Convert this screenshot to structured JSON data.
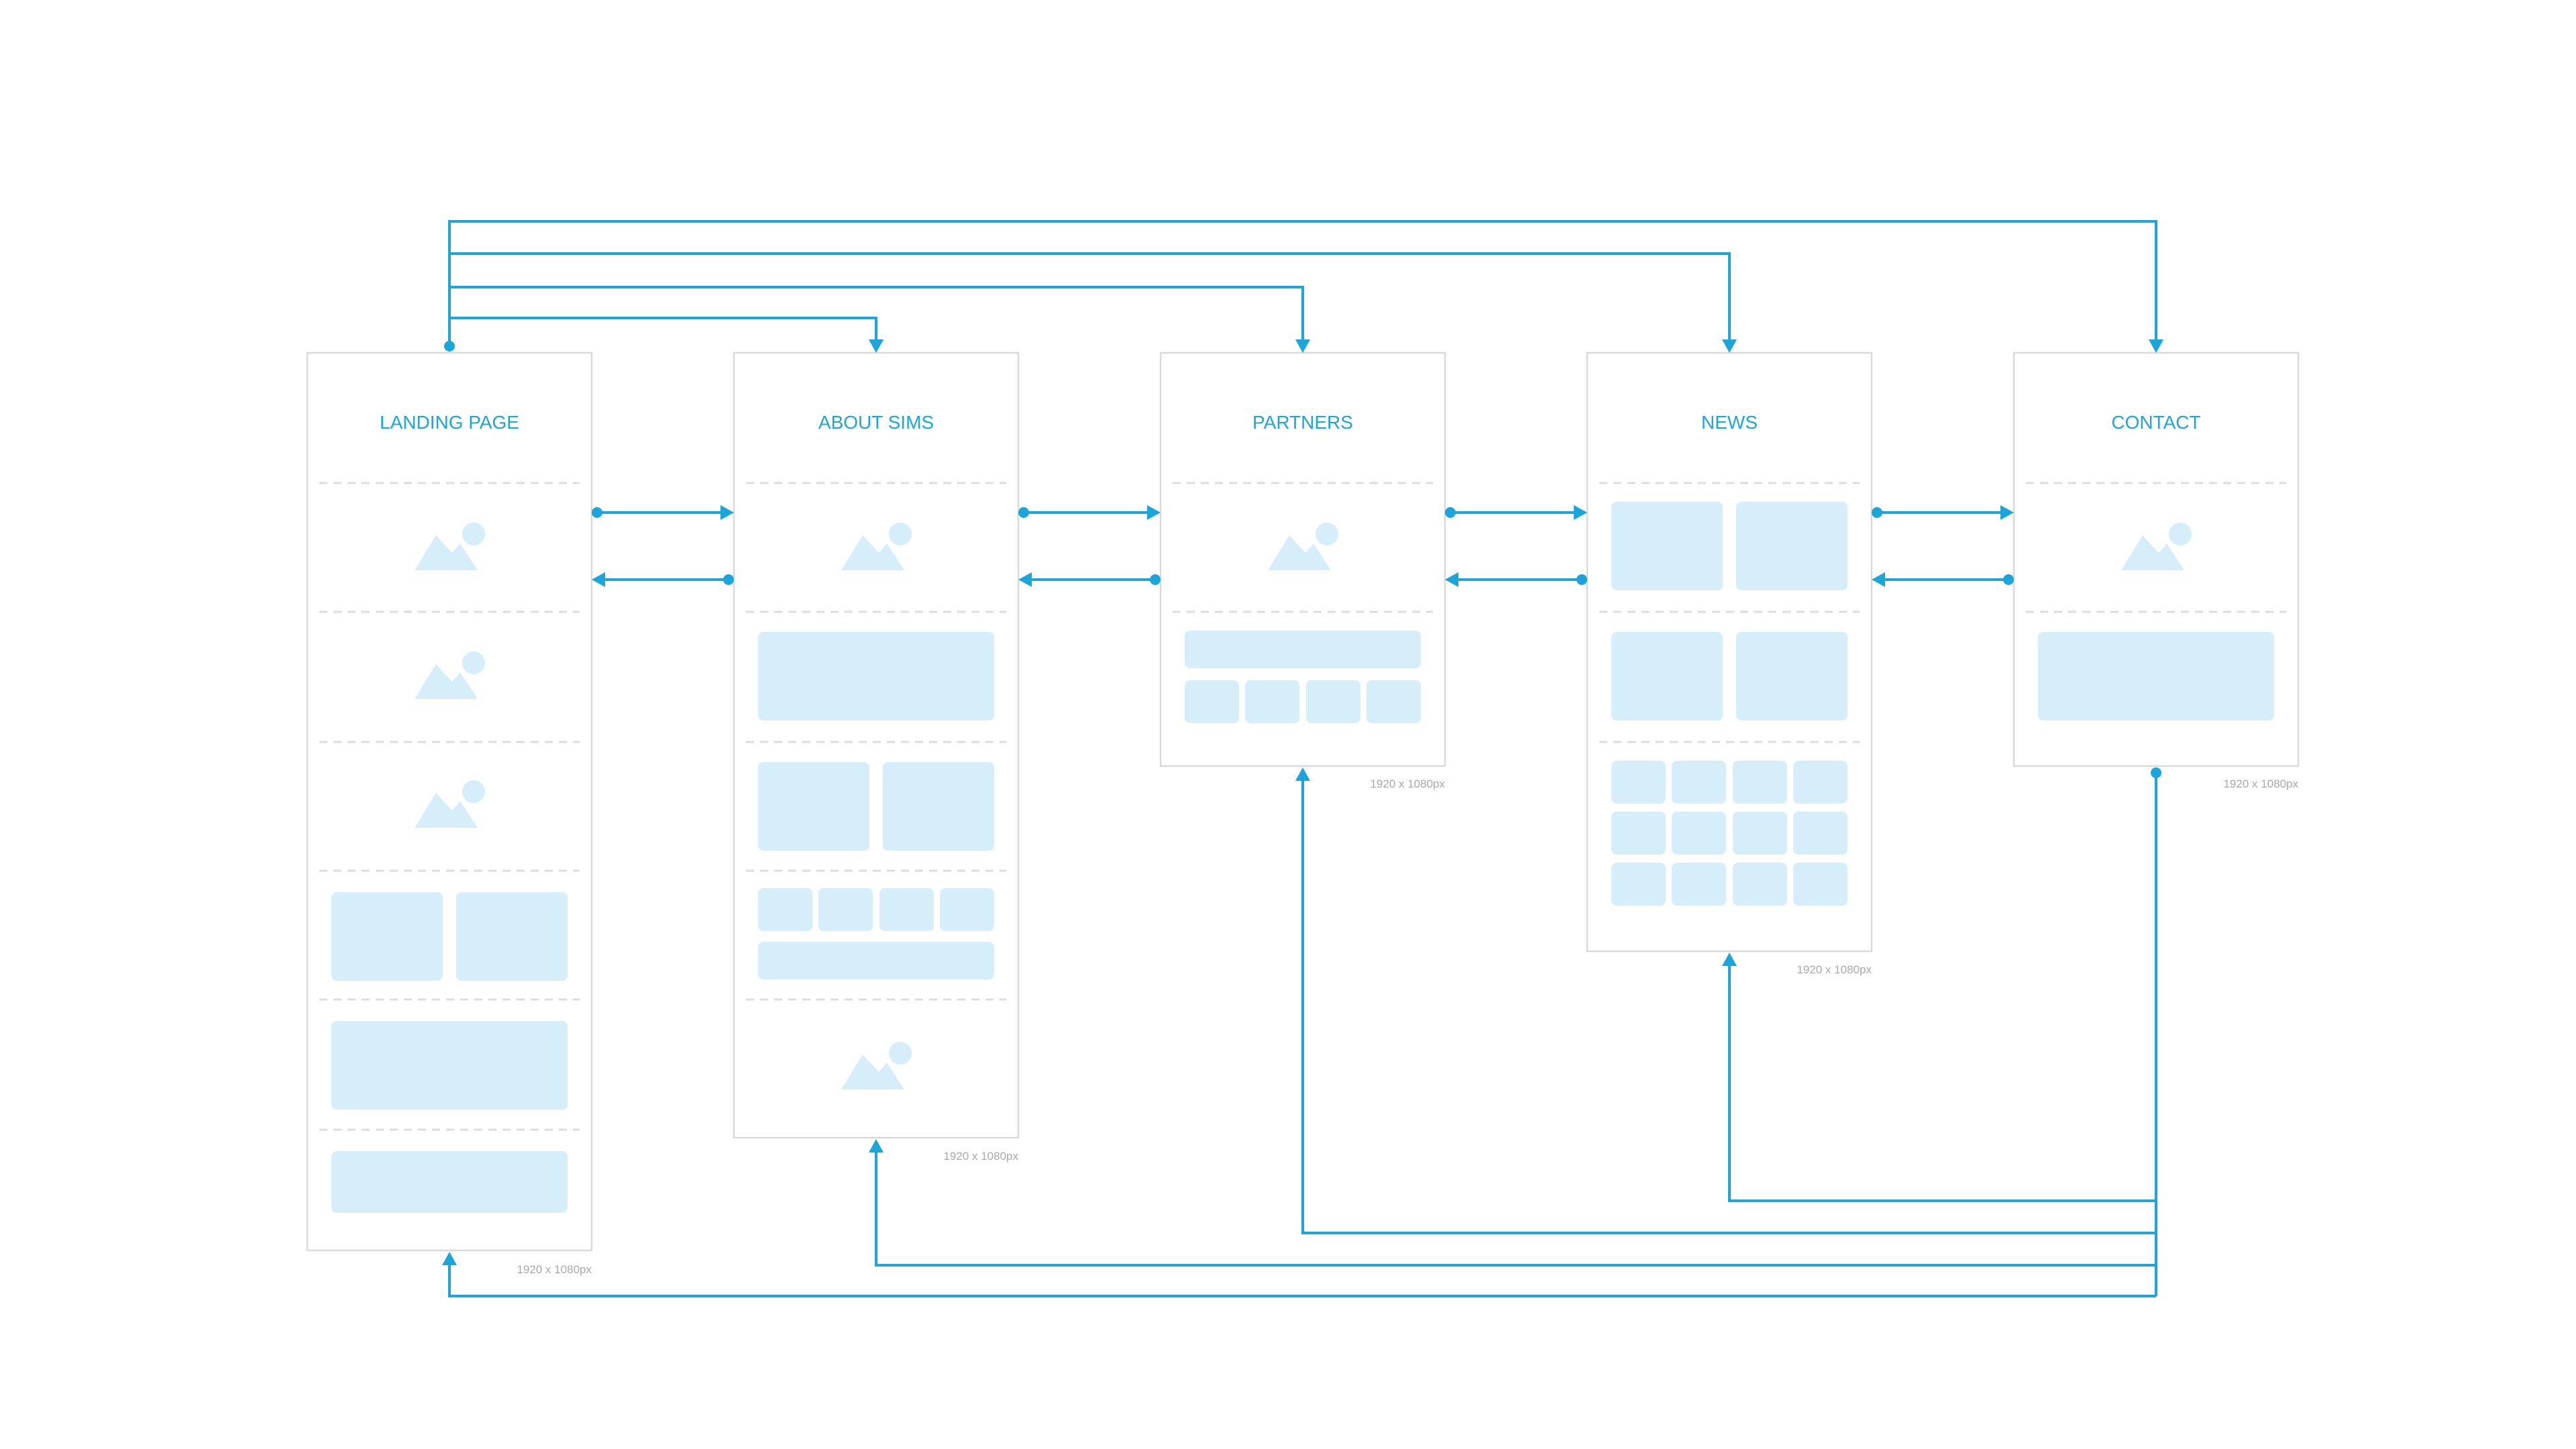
{
  "pages": [
    {
      "key": "landing",
      "title": "LANDING PAGE",
      "size": "1920 x 1080px"
    },
    {
      "key": "about",
      "title": "ABOUT SIMS",
      "size": "1920 x 1080px"
    },
    {
      "key": "partners",
      "title": "PARTNERS",
      "size": "1920 x 1080px"
    },
    {
      "key": "news",
      "title": "NEWS",
      "size": "1920 x 1080px"
    },
    {
      "key": "contact",
      "title": "CONTACT",
      "size": "1920 x 1080px"
    }
  ],
  "links": [
    {
      "from": "LANDING PAGE",
      "to": "ABOUT SIMS"
    },
    {
      "from": "LANDING PAGE",
      "to": "PARTNERS"
    },
    {
      "from": "LANDING PAGE",
      "to": "NEWS"
    },
    {
      "from": "LANDING PAGE",
      "to": "CONTACT"
    },
    {
      "from": "LANDING PAGE",
      "to": "ABOUT SIMS",
      "bidirectional": true
    },
    {
      "from": "ABOUT SIMS",
      "to": "PARTNERS",
      "bidirectional": true
    },
    {
      "from": "PARTNERS",
      "to": "NEWS",
      "bidirectional": true
    },
    {
      "from": "NEWS",
      "to": "CONTACT",
      "bidirectional": true
    },
    {
      "from": "CONTACT",
      "to": "NEWS"
    },
    {
      "from": "CONTACT",
      "to": "PARTNERS"
    },
    {
      "from": "CONTACT",
      "to": "ABOUT SIMS"
    },
    {
      "from": "CONTACT",
      "to": "LANDING PAGE"
    }
  ],
  "colors": {
    "accent": "#1ba5db",
    "placeholder": "#d5eef9",
    "frame": "#d9d9d9"
  }
}
